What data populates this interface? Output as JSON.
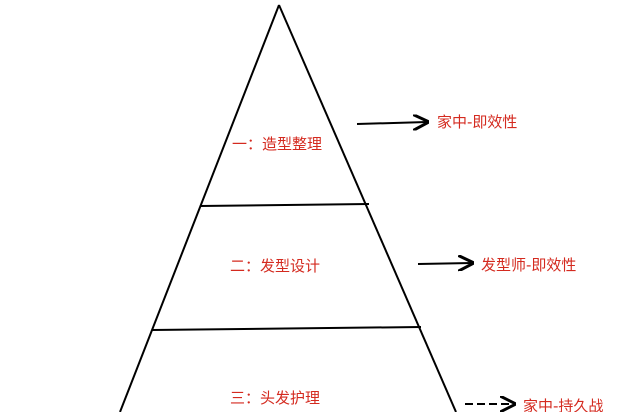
{
  "levels": [
    {
      "label": "一：造型整理",
      "result": "家中-即效性"
    },
    {
      "label": "二：发型设计",
      "result": "发型师-即效性"
    },
    {
      "label": "三：头发护理",
      "result": "家中-持久战"
    }
  ],
  "colors": {
    "text": "#d42a1f",
    "lines": "#000000"
  }
}
